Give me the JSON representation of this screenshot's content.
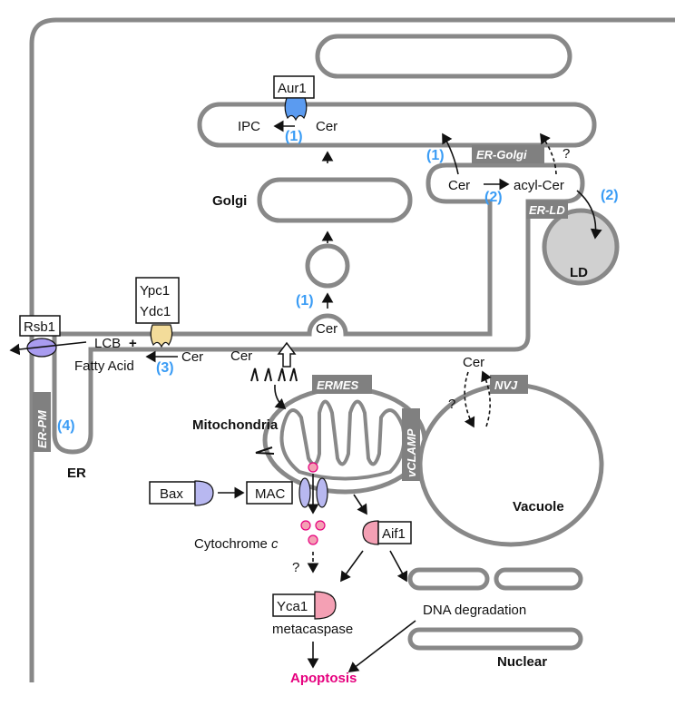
{
  "labels": {
    "golgi": "Golgi",
    "ld": "LD",
    "er": "ER",
    "mitochondria": "Mitochondria",
    "vacuole": "Vacuole",
    "nuclear": "Nuclear",
    "apoptosis": "Apoptosis",
    "ipc": "IPC",
    "cer": "Cer",
    "acyl_cer": "acyl-Cer",
    "lcb": "LCB",
    "plus": "+",
    "fatty_acid": "Fatty Acid",
    "cytochrome": "Cytochrome",
    "cytochrome_c": "c",
    "dna_degradation": "DNA degradation",
    "metacaspase": "metacaspase",
    "question": "?"
  },
  "proteins": {
    "aur1": "Aur1",
    "ypc1": "Ypc1",
    "ydc1": "Ydc1",
    "rsb1": "Rsb1",
    "bax": "Bax",
    "mac": "MAC",
    "aif1": "Aif1",
    "yca1": "Yca1"
  },
  "contacts": {
    "er_golgi": "ER-Golgi",
    "er_ld": "ER-LD",
    "ermes": "ERMES",
    "nvj": "NVJ",
    "vclamp": "vCLAMP",
    "er_pm": "ER-PM"
  },
  "pathways": {
    "p1": "(1)",
    "p2": "(2)",
    "p3": "(3)",
    "p4": "(4)"
  },
  "colors": {
    "membrane": "#888888",
    "pathway_number": "#3a9cf5",
    "apoptosis": "#e6007e",
    "aur1": "#5b9bf0",
    "ypc1": "#f3dc9a",
    "rsb1": "#a99cf0",
    "bax_mac": "#b8b8f0",
    "pink": "#f4a0b4",
    "ld": "#d0d0d0"
  }
}
